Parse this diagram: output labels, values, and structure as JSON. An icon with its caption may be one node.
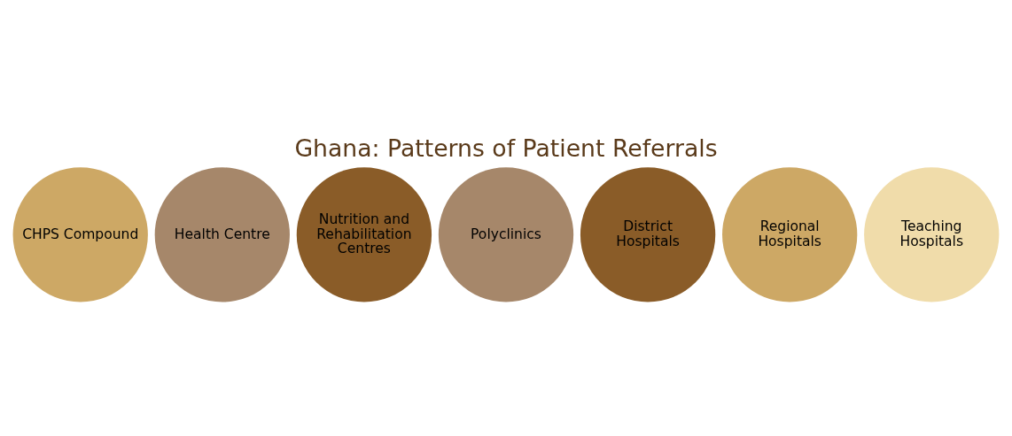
{
  "diagram": {
    "title": "Ghana: Patterns of Patient Referrals",
    "nodes": [
      {
        "text": [
          "CHPS Compound"
        ]
      },
      {
        "text": [
          "Health Centre"
        ]
      },
      {
        "text": [
          "Nutrition and Rehabilitation Centres"
        ]
      },
      {
        "text": [
          "Polyclinics"
        ]
      },
      {
        "text": [
          "District Hospitals"
        ]
      },
      {
        "text": [
          "Regional Hospitals"
        ]
      },
      {
        "text": [
          "Teaching Hospitals"
        ]
      }
    ]
  }
}
